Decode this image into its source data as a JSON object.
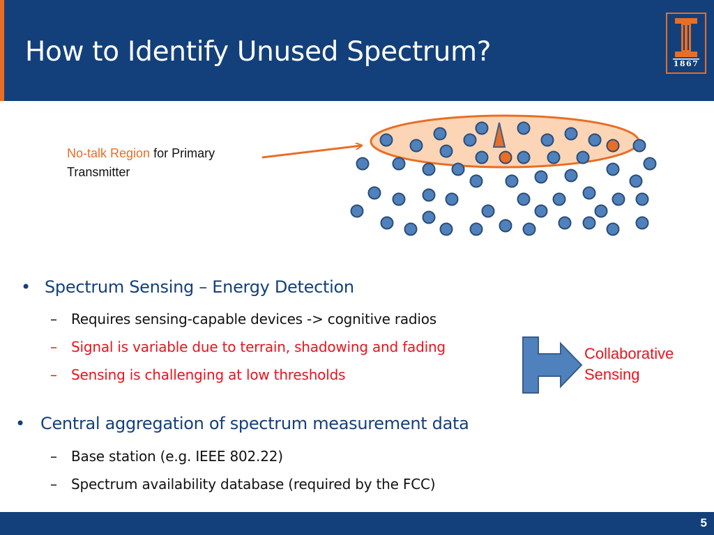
{
  "slide": {
    "title": "How to Identify Unused Spectrum?",
    "page_number": "5",
    "logo": {
      "name": "university-of-illinois-logo",
      "year": "1867"
    }
  },
  "diagram": {
    "callout": {
      "highlight": "No-talk Region",
      "rest": " for Primary",
      "line2": "Transmitter"
    },
    "colors": {
      "node_fill": "#4f81bd",
      "node_stroke": "#2c4d75",
      "active_node_fill": "#e86e25",
      "region_fill": "#fbd5b5",
      "region_stroke": "#e86e25",
      "transmitter_fill": "#e86e25",
      "transmitter_stroke": "#3b5e8c"
    }
  },
  "bullets": {
    "sensing": {
      "label": "Spectrum Sensing – Energy Detection",
      "subs": [
        "Requires sensing-capable devices -> cognitive radios",
        "Signal is variable due to terrain, shadowing and fading",
        "Sensing is challenging at low thresholds"
      ]
    },
    "central": {
      "label": "Central aggregation of spectrum measurement data",
      "subs": [
        "Base station (e.g. IEEE 802.22)",
        "Spectrum availability database (required by the FCC)"
      ]
    },
    "bullet_glyph": "•",
    "dash_glyph": "–"
  },
  "collaborative": {
    "line1": "Collaborative",
    "line2": "Sensing"
  },
  "theme": {
    "header_color": "#13407a",
    "accent_color": "#e86e25",
    "highlight_text_color": "#e8141c"
  }
}
